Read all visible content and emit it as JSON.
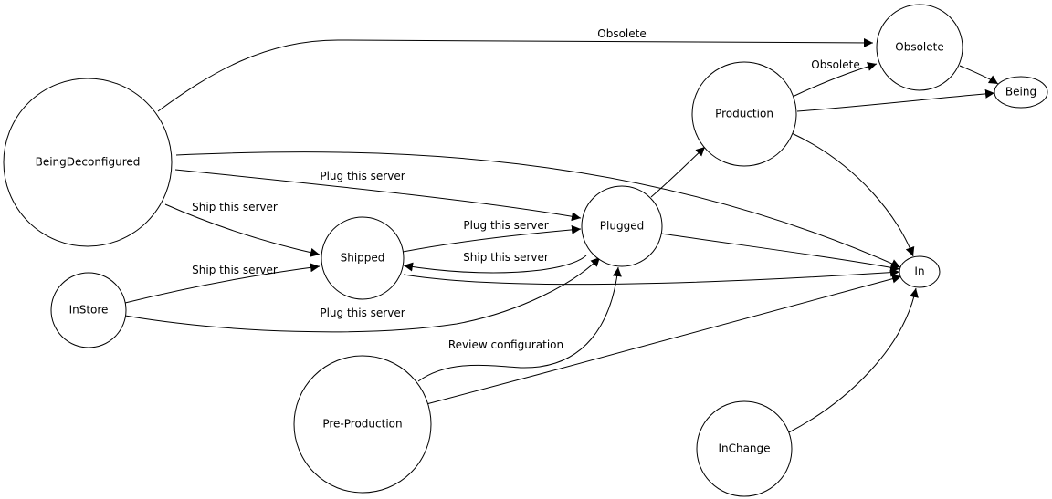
{
  "nodes": {
    "being_deconfigured": "BeingDeconfigured",
    "obsolete": "Obsolete",
    "being": "Being",
    "production": "Production",
    "plugged": "Plugged",
    "shipped": "Shipped",
    "in_store": "InStore",
    "in": "In",
    "pre_production": "Pre-Production",
    "in_change": "InChange"
  },
  "edge_labels": {
    "bd_to_obsolete": "Obsolete",
    "production_to_obsolete": "Obsolete",
    "bd_to_plugged": "Plug this server",
    "bd_to_shipped": "Ship this server",
    "shipped_to_plugged": "Plug this server",
    "plugged_to_shipped": "Ship this server",
    "instore_to_shipped": "Ship this server",
    "instore_to_plugged": "Plug this server",
    "preproduction_to_plugged": "Review configuration"
  }
}
